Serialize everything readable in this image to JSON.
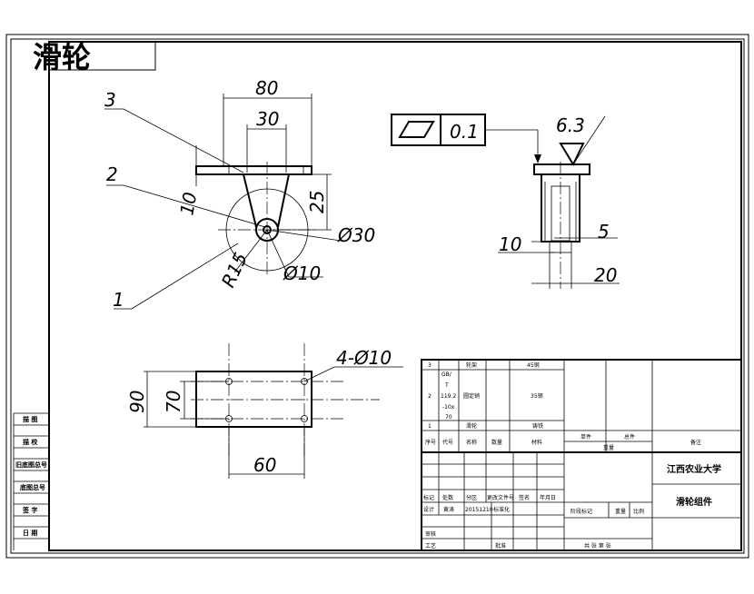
{
  "title_corner": {
    "text": "滑轮",
    "color": "#e60000"
  },
  "front_view": {
    "dims": {
      "d80": "80",
      "d30": "30",
      "d25": "25",
      "d10": "10",
      "phi30": "Ø30",
      "phi10": "Ø10",
      "r15": "R15"
    },
    "leaders": {
      "l1": "1",
      "l2": "2",
      "l3": "3"
    }
  },
  "side_view": {
    "tolerance": "0.1",
    "roughness": "6.3",
    "dims": {
      "d10": "10",
      "d5": "5",
      "d20": "20"
    }
  },
  "top_view": {
    "dims": {
      "d90": "90",
      "d70": "70",
      "d60": "60",
      "holes": "4-Ø10"
    }
  },
  "left_strip": [
    "描 图",
    "描 校",
    "旧底图总号",
    "底图总号",
    "签 字",
    "日 期"
  ],
  "bom": {
    "rows": [
      {
        "seq": "3",
        "code": "",
        "name": "轮架",
        "qty": "",
        "material": "45钢"
      },
      {
        "seq": "2",
        "code": "GB/T 119.2 -10x70",
        "name": "圆定销",
        "qty": "",
        "material": "35钢"
      },
      {
        "seq": "1",
        "code": "",
        "name": "滑轮",
        "qty": "",
        "material": "铸铁"
      }
    ],
    "header": {
      "seq": "序号",
      "code": "代号",
      "name": "名称",
      "qty": "数量",
      "material": "材料",
      "single": "单件",
      "total": "总件",
      "weight": "重量",
      "remark": "备注"
    }
  },
  "title_block": {
    "school": "江西农业大学",
    "part": "滑轮组件",
    "rev_labels": [
      "标记",
      "处数",
      "分区",
      "更改文件号",
      "签名",
      "年月日"
    ],
    "design": "设计",
    "designer": "黄涛",
    "date": "20151210",
    "std": "标准化",
    "stage": "阶段标记",
    "weight": "重量",
    "scale": "比例",
    "review": "审核",
    "process": "工艺",
    "approve": "批准",
    "sheets": "共  张 第  张"
  }
}
